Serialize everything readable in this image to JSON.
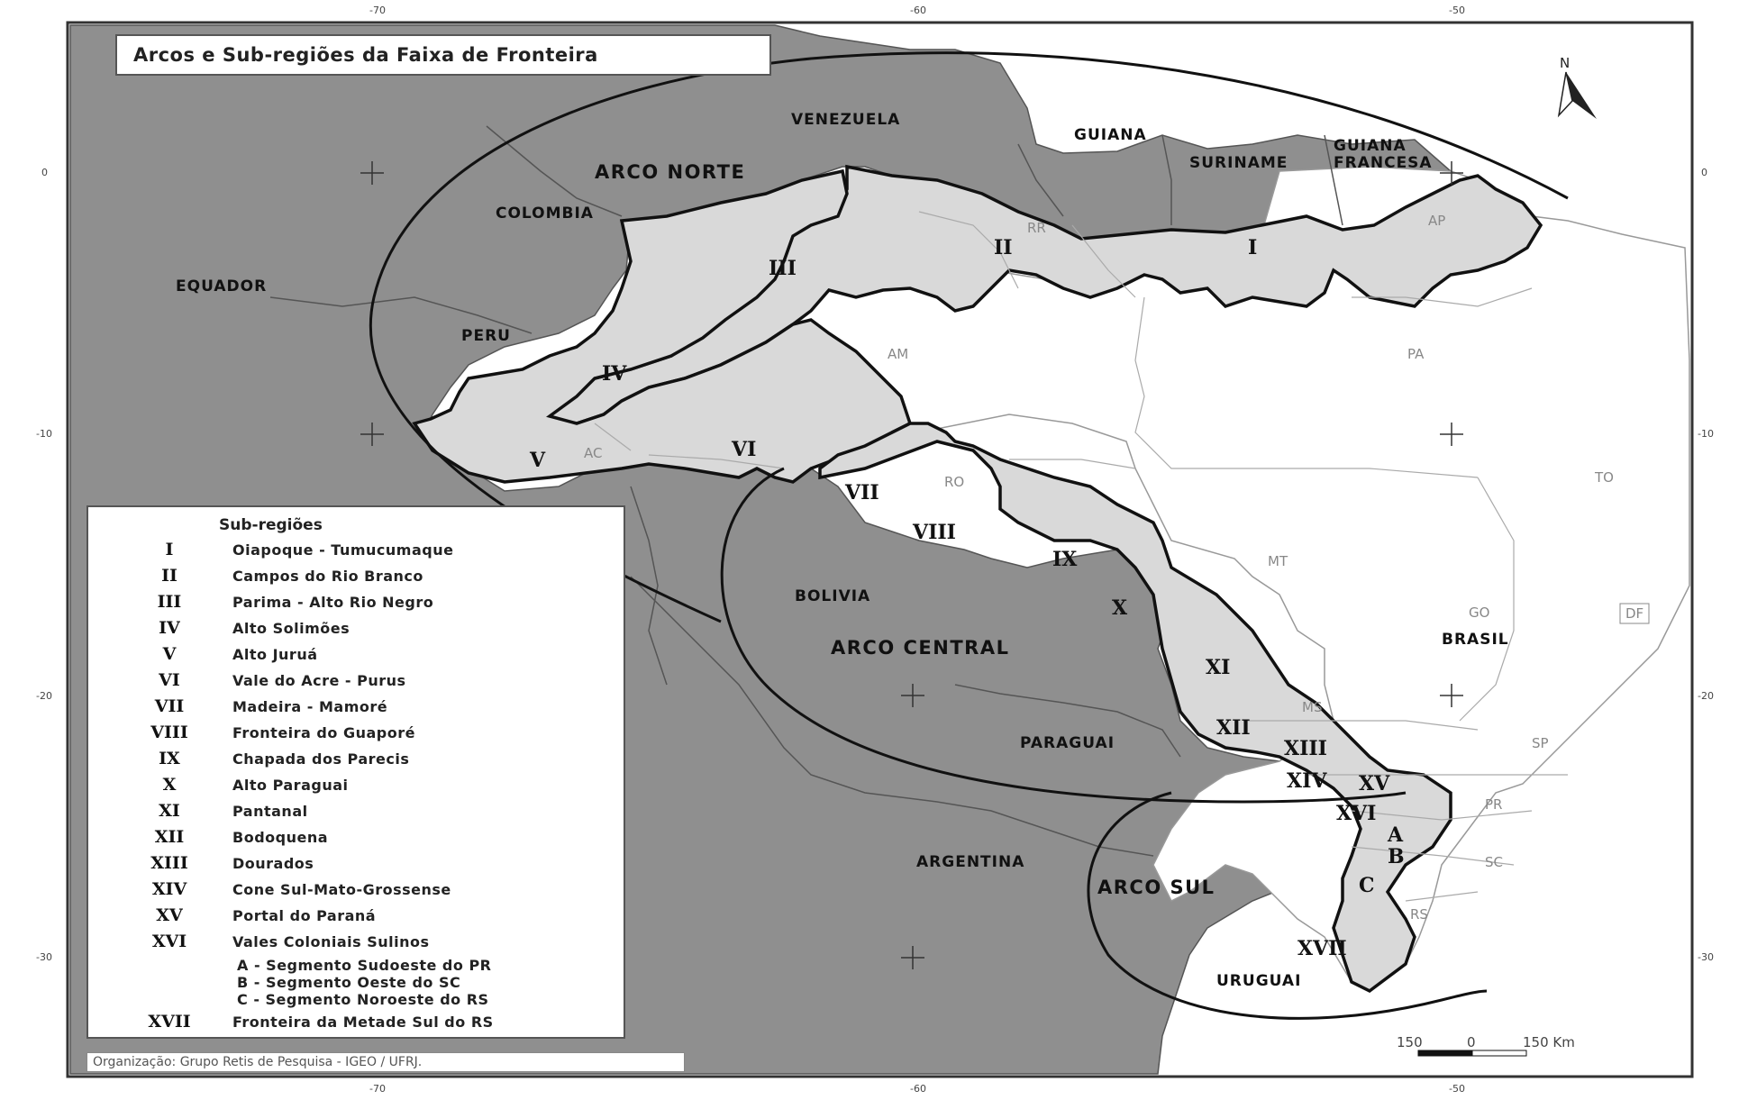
{
  "title": "Arcos e Sub-regiões da Faixa de Fronteira",
  "coords": {
    "top": [
      "-70",
      "-60",
      "-50"
    ],
    "bottom": [
      "-70",
      "-60",
      "-50"
    ],
    "left": [
      "0",
      "-10",
      "-20",
      "-30"
    ],
    "right": [
      "0",
      "-10",
      "-20",
      "-30"
    ]
  },
  "north_label": "N",
  "countries": {
    "venezuela": "VENEZUELA",
    "guiana": "GUIANA",
    "suriname": "SURINAME",
    "guiana_francesa_1": "GUIANA",
    "guiana_francesa_2": "FRANCESA",
    "colombia": "COLOMBIA",
    "equador": "EQUADOR",
    "peru": "PERU",
    "bolivia": "BOLIVIA",
    "paraguai": "PARAGUAI",
    "argentina": "ARGENTINA",
    "uruguai": "URUGUAI",
    "brasil": "BRASIL"
  },
  "arcs": {
    "norte": "ARCO NORTE",
    "central": "ARCO CENTRAL",
    "sul": "ARCO SUL"
  },
  "states": {
    "ap": "AP",
    "rr": "RR",
    "am": "AM",
    "pa": "PA",
    "ac": "AC",
    "ro": "RO",
    "to": "TO",
    "mt": "MT",
    "go": "GO",
    "df": "DF",
    "ms": "MS",
    "sp": "SP",
    "pr": "PR",
    "sc": "SC",
    "rs": "RS"
  },
  "map_subregions": {
    "i": "I",
    "ii": "II",
    "iii": "III",
    "iv": "IV",
    "v": "V",
    "vi": "VI",
    "vii": "VII",
    "viii": "VIII",
    "ix": "IX",
    "x": "X",
    "xi": "XI",
    "xii": "XII",
    "xiii": "XIII",
    "xiv": "XIV",
    "xv": "XV",
    "xvi": "XVI",
    "a": "A",
    "b": "B",
    "c": "C",
    "xvii": "XVII"
  },
  "legend": {
    "title": "Sub-regiões",
    "rows": [
      {
        "num": "I",
        "name": "Oiapoque - Tumucumaque"
      },
      {
        "num": "II",
        "name": "Campos do Rio Branco"
      },
      {
        "num": "III",
        "name": "Parima - Alto Rio Negro"
      },
      {
        "num": "IV",
        "name": "Alto Solimões"
      },
      {
        "num": "V",
        "name": "Alto Juruá"
      },
      {
        "num": "VI",
        "name": "Vale do Acre - Purus"
      },
      {
        "num": "VII",
        "name": "Madeira - Mamoré"
      },
      {
        "num": "VIII",
        "name": "Fronteira do Guaporé"
      },
      {
        "num": "IX",
        "name": "Chapada dos Parecis"
      },
      {
        "num": "X",
        "name": "Alto Paraguai"
      },
      {
        "num": "XI",
        "name": "Pantanal"
      },
      {
        "num": "XII",
        "name": "Bodoquena"
      },
      {
        "num": "XIII",
        "name": "Dourados"
      },
      {
        "num": "XIV",
        "name": "Cone Sul-Mato-Grossense"
      },
      {
        "num": "XV",
        "name": "Portal do Paraná"
      },
      {
        "num": "XVI",
        "name": "Vales Coloniais Sulinos"
      }
    ],
    "segments": [
      "A - Segmento Sudoeste do PR",
      "B - Segmento Oeste do SC",
      "C - Segmento Noroeste do RS"
    ],
    "last": {
      "num": "XVII",
      "name": "Fronteira da Metade Sul do RS"
    }
  },
  "credit": "Organização: Grupo Retis de Pesquisa - IGEO / UFRJ.",
  "scale": {
    "left": "150",
    "mid": "0",
    "right": "150 Km"
  },
  "colors": {
    "neighbor": "#8f8f8f",
    "faixa": "#d9d9d9",
    "brazil": "#ffffff"
  }
}
